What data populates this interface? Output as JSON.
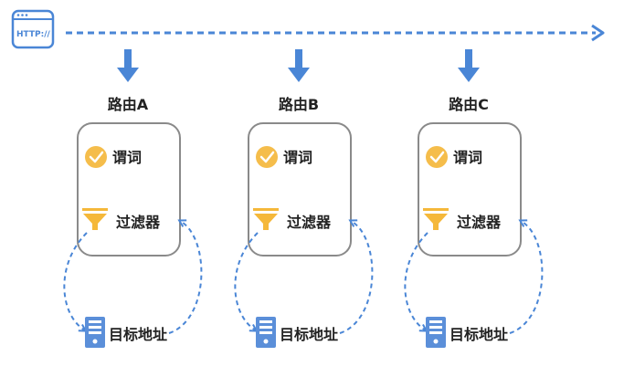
{
  "http_icon": {
    "label": "HTTP://",
    "icon": "browser-window-icon",
    "color": "#4a86d6"
  },
  "colors": {
    "flow_blue": "#4a86d6",
    "box_border": "#8a8a8a",
    "check_yellow": "#f5bd4b",
    "filter_yellow": "#f5b83a",
    "server_blue": "#5b8fd9",
    "text": "#222222"
  },
  "routes": [
    {
      "name": "路由A",
      "predicate": "谓词",
      "filter": "过滤器",
      "target": "目标地址"
    },
    {
      "name": "路由B",
      "predicate": "谓词",
      "filter": "过滤器",
      "target": "目标地址"
    },
    {
      "name": "路由C",
      "predicate": "谓词",
      "filter": "过滤器",
      "target": "目标地址"
    }
  ],
  "icons": {
    "predicate": "check-circle-icon",
    "filter": "funnel-icon",
    "target": "server-icon",
    "flow": "arrow-down-icon"
  }
}
